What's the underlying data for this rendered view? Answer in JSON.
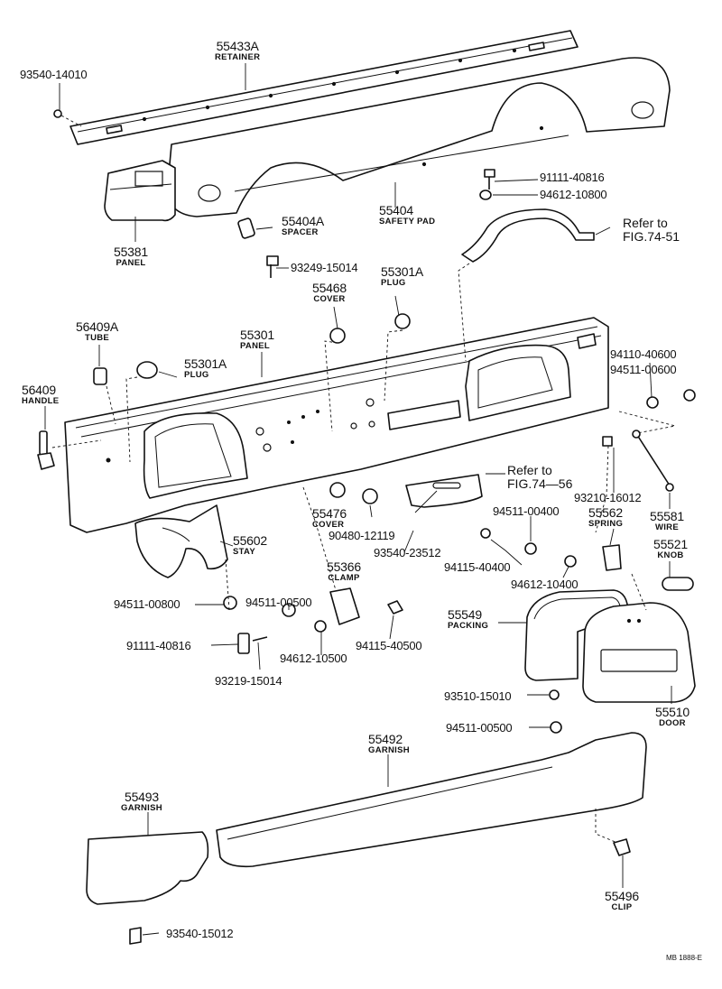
{
  "callouts": [
    {
      "id": "retainer-55433a",
      "number": "55433A",
      "name": "RETAINER"
    },
    {
      "id": "screw-93540-14010",
      "number": "93540-14010"
    },
    {
      "id": "panel-55381",
      "number": "55381",
      "name": "PANEL"
    },
    {
      "id": "safety-pad-55404",
      "number": "55404",
      "name": "SAFETY PAD"
    },
    {
      "id": "spacer-55404a",
      "number": "55404A",
      "name": "SPACER"
    },
    {
      "id": "bolt-91111-40816-top",
      "number": "91111-40816"
    },
    {
      "id": "washer-94612-10800",
      "number": "94612-10800"
    },
    {
      "id": "screw-93249-15014",
      "number": "93249-15014"
    },
    {
      "id": "plug-55301a-top",
      "number": "55301A",
      "name": "PLUG"
    },
    {
      "id": "cover-55468",
      "number": "55468",
      "name": "COVER"
    },
    {
      "id": "tube-56409a",
      "number": "56409A",
      "name": "TUBE"
    },
    {
      "id": "panel-55301",
      "number": "55301",
      "name": "PANEL"
    },
    {
      "id": "plug-55301a-left",
      "number": "55301A",
      "name": "PLUG"
    },
    {
      "id": "handle-56409",
      "number": "56409",
      "name": "HANDLE"
    },
    {
      "id": "nut-94110-40600",
      "number": "94110-40600"
    },
    {
      "id": "washer-94511-00600",
      "number": "94511-00600"
    },
    {
      "id": "bolt-93210-16012",
      "number": "93210-16012"
    },
    {
      "id": "spring-55562",
      "number": "55562",
      "name": "SPRING"
    },
    {
      "id": "wire-55581",
      "number": "55581",
      "name": "WIRE"
    },
    {
      "id": "washer-94511-00400",
      "number": "94511-00400"
    },
    {
      "id": "knob-55521",
      "number": "55521",
      "name": "KNOB"
    },
    {
      "id": "cover-55476",
      "number": "55476",
      "name": "COVER"
    },
    {
      "id": "clip-90480-12119",
      "number": "90480-12119"
    },
    {
      "id": "screw-93540-23512",
      "number": "93540-23512"
    },
    {
      "id": "nut-94115-40400",
      "number": "94115-40400"
    },
    {
      "id": "washer-94612-10400",
      "number": "94612-10400"
    },
    {
      "id": "stay-55602",
      "number": "55602",
      "name": "STAY"
    },
    {
      "id": "clamp-55366",
      "number": "55366",
      "name": "CLAMP"
    },
    {
      "id": "washer-94511-00800",
      "number": "94511-00800"
    },
    {
      "id": "washer-94511-00500-mid",
      "number": "94511-00500"
    },
    {
      "id": "bolt-91111-40816-bottom",
      "number": "91111-40816"
    },
    {
      "id": "washer-94612-10500",
      "number": "94612-10500"
    },
    {
      "id": "nut-94115-40500",
      "number": "94115-40500"
    },
    {
      "id": "screw-93219-15014",
      "number": "93219-15014"
    },
    {
      "id": "packing-55549",
      "number": "55549",
      "name": "PACKING"
    },
    {
      "id": "screw-93510-15010",
      "number": "93510-15010"
    },
    {
      "id": "washer-94511-00500-low",
      "number": "94511-00500"
    },
    {
      "id": "door-55510",
      "number": "55510",
      "name": "DOOR"
    },
    {
      "id": "garnish-55492",
      "number": "55492",
      "name": "GARNISH"
    },
    {
      "id": "garnish-55493",
      "number": "55493",
      "name": "GARNISH"
    },
    {
      "id": "clip-55496",
      "number": "55496",
      "name": "CLIP"
    },
    {
      "id": "screw-93540-15012",
      "number": "93540-15012"
    }
  ],
  "references": [
    {
      "id": "ref-fig-74-51",
      "line1": "Refer to",
      "line2": "FIG.74-51"
    },
    {
      "id": "ref-fig-74-56",
      "line1": "Refer to",
      "line2": "FIG.74—56"
    }
  ],
  "drawing_code": "MB 1888-E"
}
